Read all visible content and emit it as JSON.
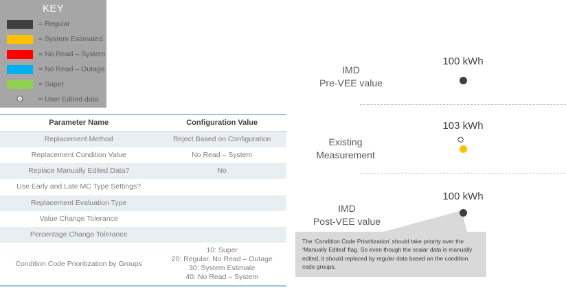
{
  "key_panel": {
    "title": "KEY",
    "items": [
      {
        "icon": "color-swatch",
        "color": "#404040",
        "label": "= Regular"
      },
      {
        "icon": "color-swatch",
        "color": "#ffc000",
        "label": "= System Estimated"
      },
      {
        "icon": "color-swatch",
        "color": "#ff0000",
        "label": "= No Read – System"
      },
      {
        "icon": "color-swatch",
        "color": "#00b0f0",
        "label": "= No Read – Outage"
      },
      {
        "icon": "color-swatch",
        "color": "#92d050",
        "label": "= Super"
      },
      {
        "icon": "gear-icon",
        "color": "#ffffff",
        "label": "= User Edited data"
      }
    ],
    "background": "#a6a6a6"
  },
  "param_table": {
    "headers": {
      "parameter": "Parameter Name",
      "value": "Configuration Value"
    },
    "rows": [
      {
        "parameter": "Replacement Method",
        "value": "Reject Based on Configuration"
      },
      {
        "parameter": "Replacement Condition Value",
        "value": "No Read – System"
      },
      {
        "parameter": "Replace Manually Edited Data?",
        "value": "No"
      },
      {
        "parameter": "Use Early and Late MC Type Settings?",
        "value": ""
      },
      {
        "parameter": "Replacement Evaluation Type",
        "value": ""
      },
      {
        "parameter": "Value Change Tolerance",
        "value": ""
      },
      {
        "parameter": "Percentage Change Tolerance",
        "value": ""
      },
      {
        "parameter": "Condition Code Prioritization by Groups",
        "value": "10: Super\n20: Regular, No Read – Outage\n30: System Estimate\n40: No Read – System"
      }
    ]
  },
  "diagram": {
    "stages": [
      {
        "label": "IMD\nPre-VEE value",
        "value": "100 kWh",
        "marker": "dark-dot",
        "marker_color": "#3f3f3f",
        "gear": false
      },
      {
        "label": "Existing\nMeasurement",
        "value": "103 kWh",
        "marker": "orange-dot",
        "marker_color": "#ffc000",
        "gear": true
      },
      {
        "label": "IMD\nPost-VEE value",
        "value": "100 kWh",
        "marker": "dark-dot",
        "marker_color": "#3f3f3f",
        "gear": false
      }
    ],
    "callout": {
      "text": "The ‘Condition Code Prioritization’ should take priority over the ‘Manually Edited’ flag.  So even though the scalar data is manually edited, it should replaced by regular data based on the condition code groups.",
      "background": "#d9d9d9"
    }
  }
}
